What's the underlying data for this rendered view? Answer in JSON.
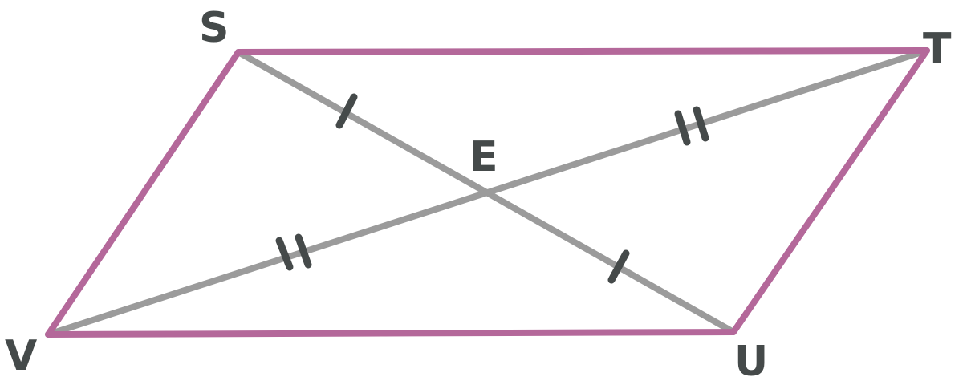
{
  "diagram": {
    "vertices": {
      "S": "S",
      "T": "T",
      "U": "U",
      "V": "V",
      "E": "E"
    },
    "colors": {
      "parallelogram": "#b4689a",
      "diagonals": "#9b9b9b",
      "labels": "#454a4a",
      "tick_marks": "#454a4a"
    },
    "tick_marks": {
      "segment_SE": 1,
      "segment_EU": 1,
      "segment_TE": 2,
      "segment_EV": 2
    }
  }
}
